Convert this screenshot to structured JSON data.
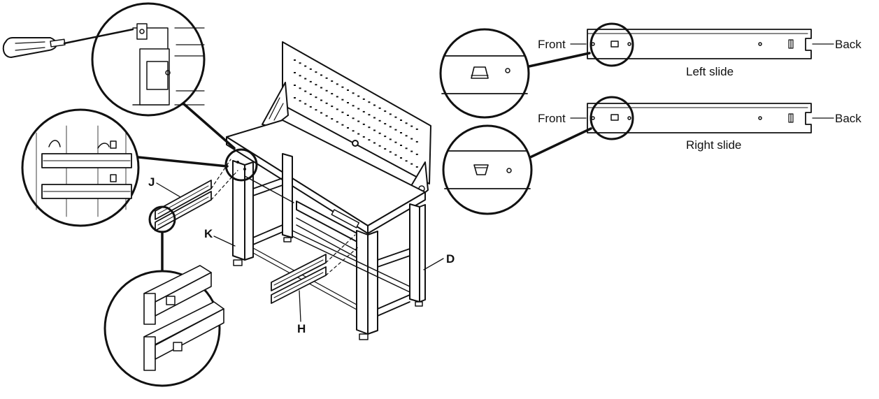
{
  "colors": {
    "ink": "#111111",
    "paper": "#ffffff"
  },
  "parts": {
    "J": "J",
    "K": "K",
    "D": "D",
    "H": "H"
  },
  "slides": {
    "left": {
      "front": "Front",
      "back": "Back",
      "caption": "Left slide"
    },
    "right": {
      "front": "Front",
      "back": "Back",
      "caption": "Right slide"
    }
  },
  "icons": [
    "screwdriver-icon",
    "magnify-detail-circle",
    "slide-tab-icon"
  ]
}
